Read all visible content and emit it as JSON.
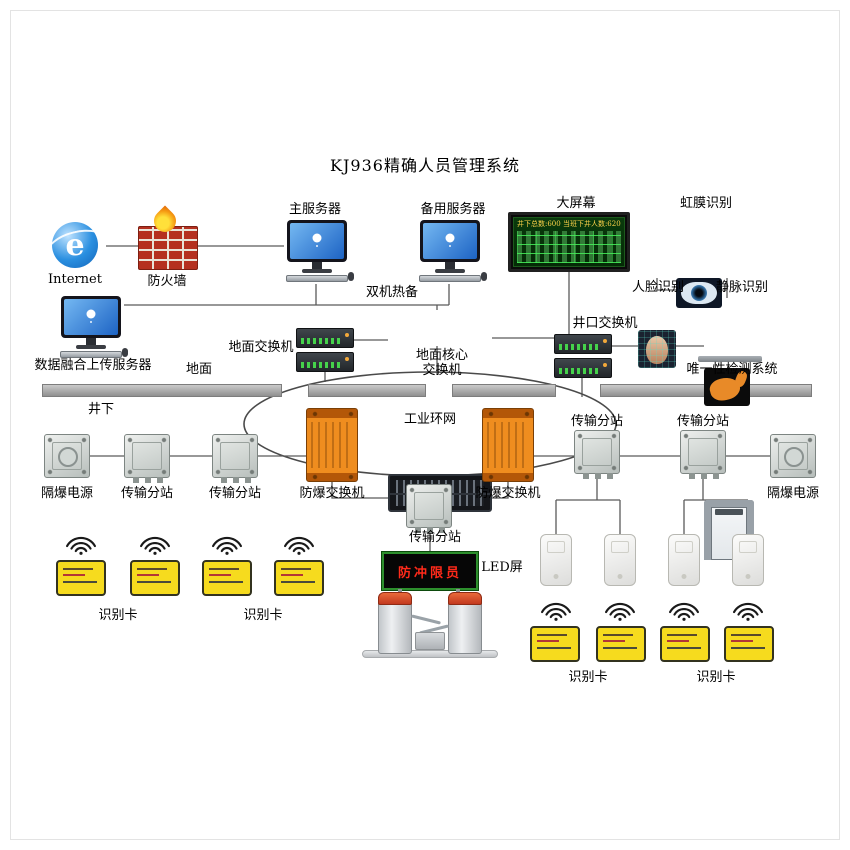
{
  "title": "KJ936精确人员管理系统",
  "colors": {
    "device_orange": "#ef8d1f",
    "card_yellow": "#f6db1e",
    "screen_green": "#2fae2f",
    "led_red": "#ff2a1a",
    "firewall_red": "#b5301f"
  },
  "labels": {
    "internet": "Internet",
    "firewall": "防火墙",
    "main_server": "主服务器",
    "backup_server": "备用服务器",
    "hot_standby": "双机热备",
    "big_screen": "大屏幕",
    "iris": "虹膜识别",
    "face": "人脸识别",
    "vein": "静脉识别",
    "data_server": "数据融合上传服务器",
    "ground_switch": "地面交换机",
    "core_switch_l1": "地面核心",
    "core_switch_l2": "交换机",
    "wellhead_switch": "井口交换机",
    "uniqueness": "唯一性检测系统",
    "surface": "地面",
    "underground": "井下",
    "ring": "工业环网",
    "power_left": "隔爆电源",
    "power_right": "隔爆电源",
    "sub1": "传输分站",
    "sub2": "传输分站",
    "sub3": "传输分站",
    "sub4": "传输分站",
    "sub_center": "传输分站",
    "ex_left": "防爆交换机",
    "ex_right": "防爆交换机",
    "card1": "识别卡",
    "card2": "识别卡",
    "card3": "识别卡",
    "card4": "识别卡",
    "led": "LED屏"
  },
  "big_screen": {
    "header": "井下总数:600 当班下井人数:620"
  },
  "led_screen": {
    "text": "防冲限员"
  }
}
